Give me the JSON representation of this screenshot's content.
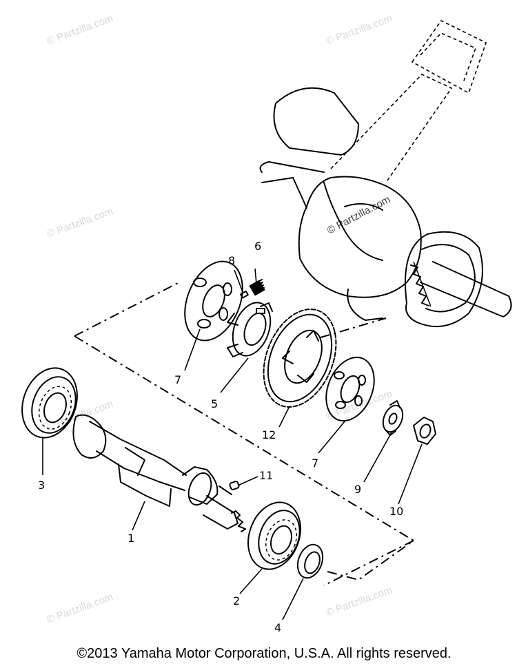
{
  "callouts": [
    {
      "id": "1",
      "label": "1"
    },
    {
      "id": "2",
      "label": "2"
    },
    {
      "id": "3",
      "label": "3"
    },
    {
      "id": "4",
      "label": "4"
    },
    {
      "id": "5",
      "label": "5"
    },
    {
      "id": "6",
      "label": "6"
    },
    {
      "id": "7a",
      "label": "7"
    },
    {
      "id": "7b",
      "label": "7"
    },
    {
      "id": "8",
      "label": "8"
    },
    {
      "id": "9",
      "label": "9"
    },
    {
      "id": "10",
      "label": "10"
    },
    {
      "id": "11",
      "label": "11"
    },
    {
      "id": "12",
      "label": "12"
    }
  ],
  "watermark": "© Partzilla.com",
  "copyright": "©2013  Yamaha Motor Corporation, U.S.A. All rights reserved."
}
